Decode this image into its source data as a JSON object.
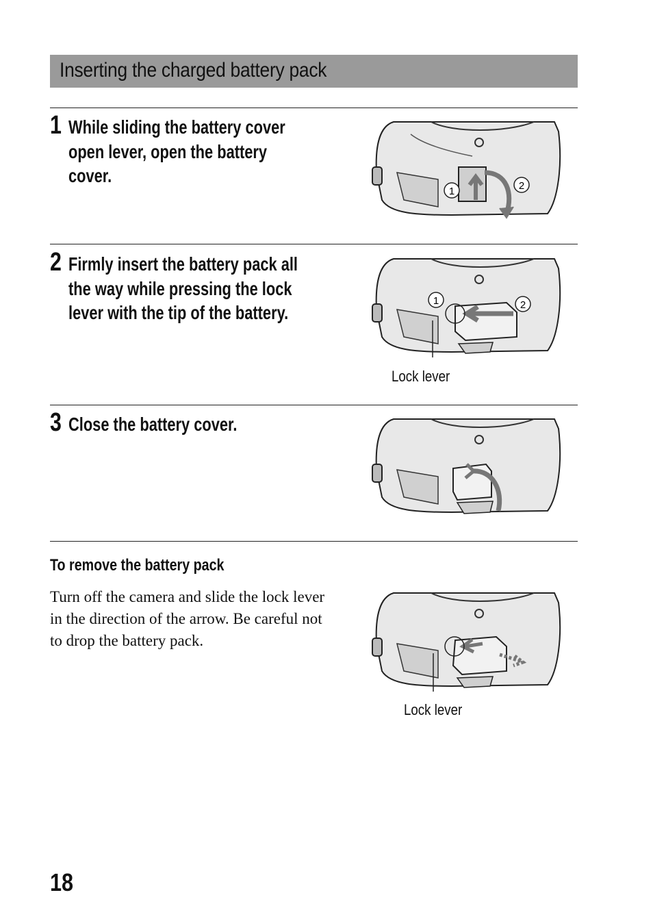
{
  "section": {
    "title": "Inserting the charged battery pack"
  },
  "steps": [
    {
      "number": "1",
      "lines": [
        "While sliding the battery cover",
        "open lever, open the battery",
        "cover."
      ]
    },
    {
      "number": "2",
      "lines": [
        "Firmly insert the battery pack all",
        "the way while pressing the lock",
        "lever with the tip of the battery."
      ]
    },
    {
      "number": "3",
      "lines": [
        "Close the battery cover."
      ]
    }
  ],
  "callouts": {
    "one": "1",
    "two": "2"
  },
  "captions": {
    "step2": "Lock lever",
    "remove": "Lock lever"
  },
  "remove": {
    "heading": "To remove the battery pack",
    "body": "Turn off the camera and slide the lock lever in the direction of the arrow. Be careful not to drop the battery pack."
  },
  "page_number": "18"
}
